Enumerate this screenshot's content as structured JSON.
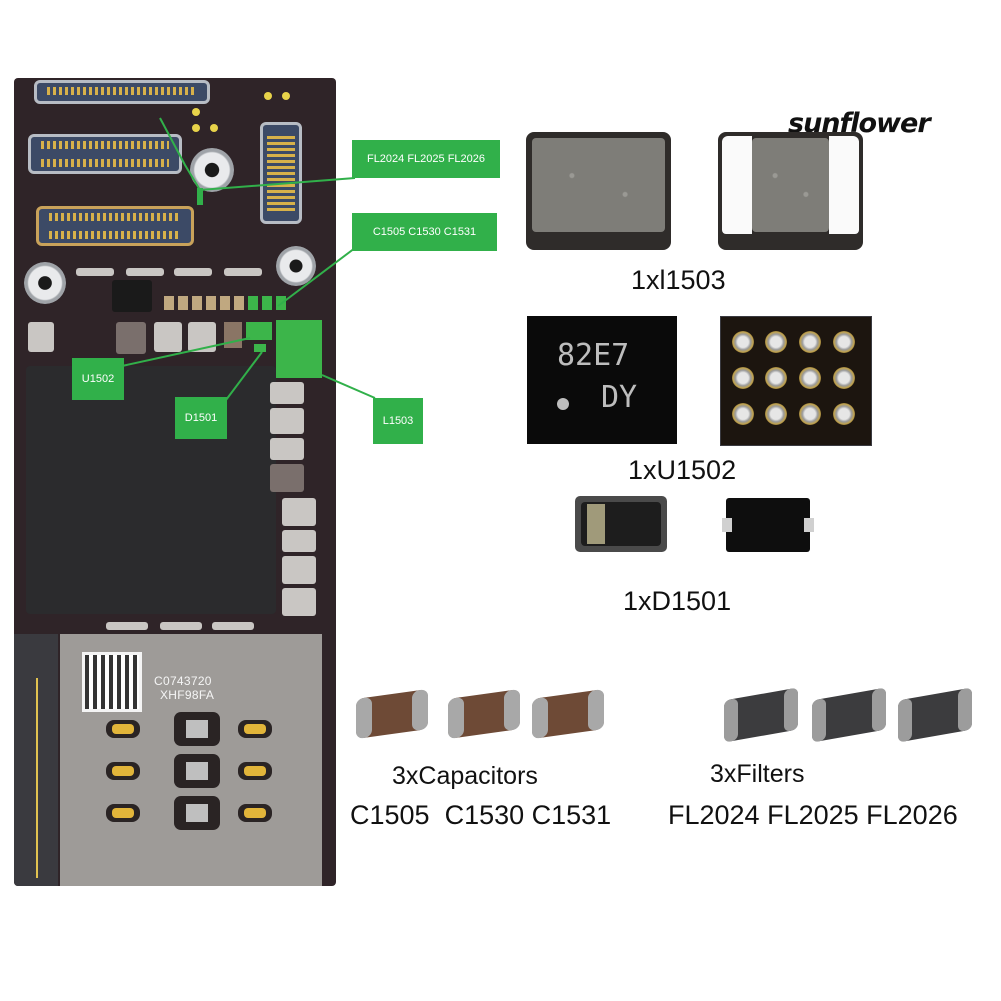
{
  "watermark": "sunflower",
  "callouts": {
    "filters": "FL2024 FL2025 FL2026",
    "capacitors": "C1505 C1530 C1531",
    "u1502": "U1502",
    "d1501": "D1501",
    "l1503": "L1503"
  },
  "sim_tray": {
    "serial_line1": "C0743720",
    "serial_line2": "XHF98FA"
  },
  "components": {
    "inductor": {
      "label": "1xl1503"
    },
    "ic": {
      "label": "1xU1502",
      "marking_line1": "82E7",
      "marking_line2": "DY",
      "ball_grid": "3x4"
    },
    "diode": {
      "label": "1xD1501"
    },
    "capacitors": {
      "title": "3xCapacitors",
      "parts": "C1505  C1530 C1531",
      "count": 3
    },
    "filters": {
      "title": "3xFilters",
      "parts": "FL2024 FL2025 FL2026",
      "count": 3
    }
  },
  "colors": {
    "callout_green": "#31b04a",
    "board": "#2f2428",
    "text": "#111111"
  }
}
